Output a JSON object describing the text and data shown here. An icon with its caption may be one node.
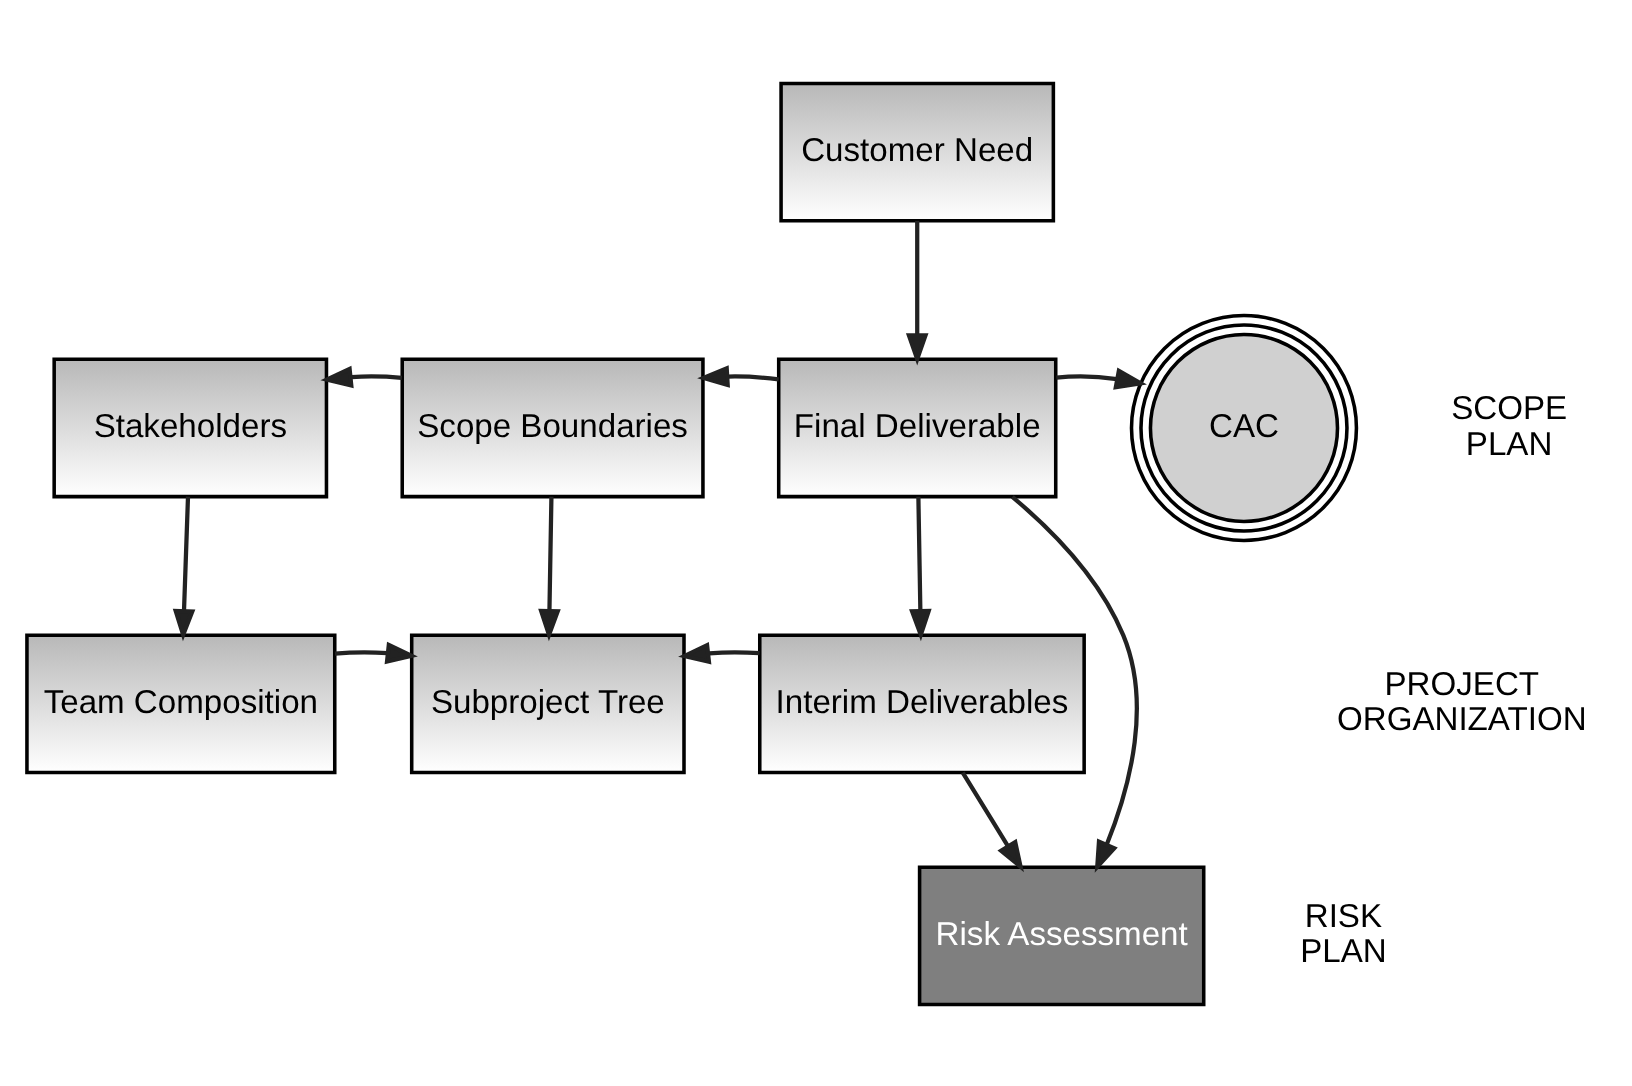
{
  "diagram": {
    "nodes": [
      {
        "text": [
          "Customer Need"
        ]
      },
      {
        "text": [
          "Stakeholders"
        ]
      },
      {
        "text": [
          "Scope Boundaries"
        ]
      },
      {
        "text": [
          "Final Deliverable"
        ]
      },
      {
        "text": [
          "CAC"
        ]
      },
      {
        "text": [
          "Team Composition"
        ]
      },
      {
        "text": [
          "Subproject Tree"
        ]
      },
      {
        "text": [
          "Interim Deliverables"
        ]
      },
      {
        "text": [
          "Risk Assessment"
        ]
      }
    ],
    "edges": [
      {
        "from": 0,
        "to": 3,
        "arrow": "to"
      },
      {
        "from": 3,
        "to": 2,
        "arrow": "to"
      },
      {
        "from": 2,
        "to": 1,
        "arrow": "to"
      },
      {
        "from": 3,
        "to": 4,
        "arrow": "to"
      },
      {
        "from": 3,
        "to": 7,
        "arrow": "to"
      },
      {
        "from": 1,
        "to": 5,
        "arrow": "to"
      },
      {
        "from": 2,
        "to": 6,
        "arrow": "to"
      },
      {
        "from": 5,
        "to": 6,
        "arrow": "to"
      },
      {
        "from": 7,
        "to": 6,
        "arrow": "to"
      },
      {
        "from": 7,
        "to": 8,
        "arrow": "to"
      },
      {
        "from": 3,
        "to": 8,
        "arrow": "to"
      }
    ],
    "labels": [
      "SCOPE PLAN",
      "PROJECT ORGANIZATION",
      "RISK PLAN"
    ]
  }
}
